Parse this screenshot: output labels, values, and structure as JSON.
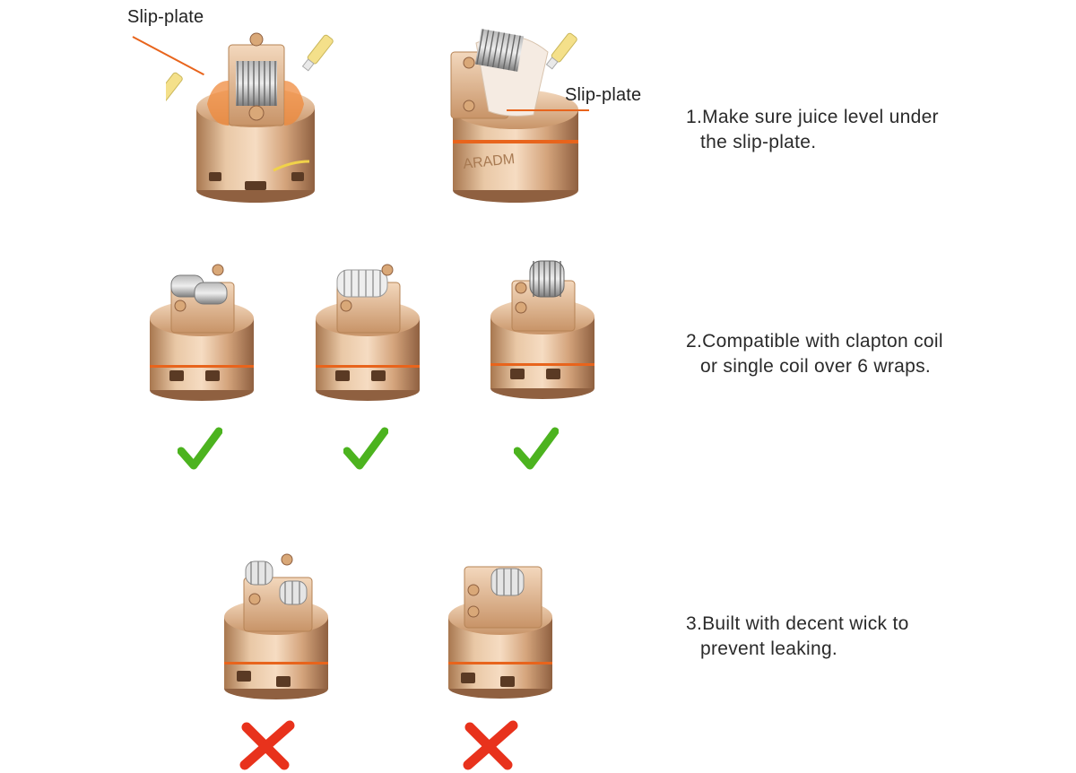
{
  "callouts": {
    "left": "Slip-plate",
    "right": "Slip-plate"
  },
  "steps": [
    {
      "number": "1.",
      "line1": "Make sure juice level under",
      "line2": "the slip-plate."
    },
    {
      "number": "2.",
      "line1": "Compatible with clapton coil",
      "line2": "or single coil over 6 wraps."
    },
    {
      "number": "3.",
      "line1": "Built with decent wick to",
      "line2": "prevent leaking."
    }
  ],
  "rows": [
    {
      "marks": []
    },
    {
      "marks": [
        "check-icon",
        "check-icon",
        "check-icon"
      ]
    },
    {
      "marks": [
        "cross-icon",
        "cross-icon"
      ]
    }
  ],
  "colors": {
    "accent": "#e8641c",
    "check": "#4cb31f",
    "cross": "#e8321c",
    "gold": "#d9ae86"
  }
}
